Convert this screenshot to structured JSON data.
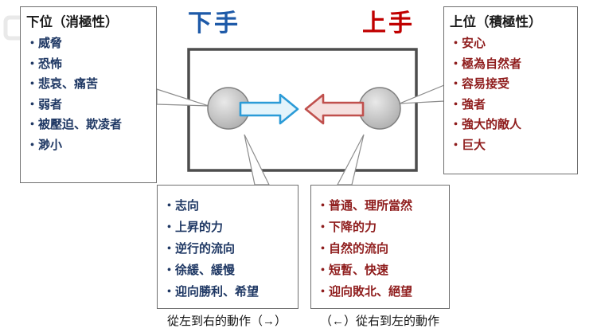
{
  "header": {
    "shitate_title": "下手",
    "uwate_title": "上手"
  },
  "boxes": {
    "lower_rank": {
      "title": "下位（消極性）",
      "items": [
        "・威脅",
        "・恐怖",
        "・悲哀、痛苦",
        "・弱者",
        "・被壓迫、欺凌者",
        "・渺小"
      ]
    },
    "upper_rank": {
      "title": "上位（積極性）",
      "items": [
        "・安心",
        "・極為自然者",
        "・容易接受",
        "・強者",
        "・強大的敵人",
        "・巨大"
      ]
    },
    "left_motion": {
      "items": [
        "・志向",
        "・上昇的力",
        "・逆行的流向",
        "・徐緩、緩慢",
        "・迎向勝利、希望"
      ]
    },
    "right_motion": {
      "items": [
        "・普通、理所當然",
        "・下降的力",
        "・自然的流向",
        "・短暫、快速",
        "・迎向敗北、絕望"
      ]
    }
  },
  "captions": {
    "left_to_right": "從左到右的動作（→）",
    "right_to_left": "（←）從右到左的動作"
  },
  "colors": {
    "blue-title": "#1E5AA8",
    "red-title": "#C00000",
    "navy-text": "#1F3864",
    "maroon-text": "#8F1D1D",
    "arrow-blue": "#2B9BD7",
    "arrow-blue-fill": "#E3F4FB",
    "arrow-red": "#C0504D",
    "arrow-red-fill": "#F5E0DF"
  }
}
